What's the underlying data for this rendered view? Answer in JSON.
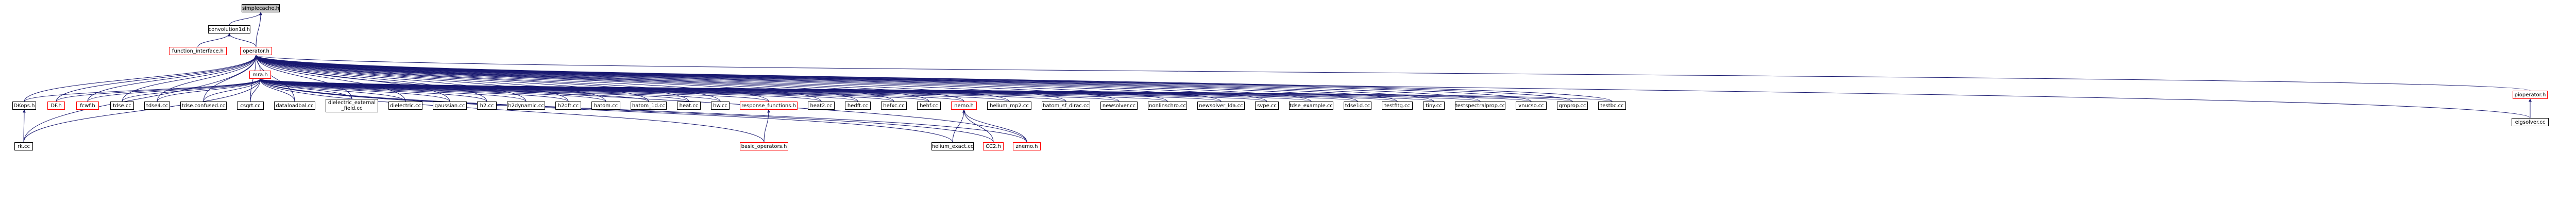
{
  "nodes": {
    "simplecache_h": "simplecache.h",
    "convolution1d_h": "convolution1d.h",
    "function_interface_h": "function_interface.h",
    "operator_h": "operator.h",
    "mra_h": "mra.h",
    "pioperator_h": "pioperator.h",
    "eigsolver_cc": "eigsolver.cc",
    "dfops_h": "DKops.h",
    "df_h": "DF.h",
    "fcwf_h": "fcwf.h",
    "tdse_cc": "tdse.cc",
    "tdse4_cc": "tdse4.cc",
    "tdse_confused_cc": "tdse.confused.cc",
    "csqrt_cc": "csqrt.cc",
    "dataloadbal_cc": "dataloadbal.cc",
    "dielectric_external_field_cc": "dielectric_external\n_field.cc",
    "dielectric_cc": "dielectric.cc",
    "gaussian_cc": "gaussian.cc",
    "h2_cc": "h2.cc",
    "h2dynamic_cc": "h2dynamic.cc",
    "h2dft_cc": "h2dft.cc",
    "hatom_cc": "hatom.cc",
    "hatom_1d_cc": "hatom_1d.cc",
    "heat_cc": "heat.cc",
    "hw_cc": "hw.cc",
    "response_functions_h": "response_functions.h",
    "heat2_cc": "heat2.cc",
    "hedft_cc": "hedft.cc",
    "hefxc_cc": "hefxc.cc",
    "hehf_cc": "hehf.cc",
    "nemo_h": "nemo.h",
    "helium_mp2_cc": "helium_mp2.cc",
    "hatom_sf_dirac_cc": "hatom_sf_dirac.cc",
    "newsolver_cc": "newsolver.cc",
    "nonlinschro_cc": "nonlinschro.cc",
    "newsolver_lda_cc": "newsolver_lda.cc",
    "svpe_cc": "svpe.cc",
    "tdse_example_cc": "tdse_example.cc",
    "tdse1d_cc": "tdse1d.cc",
    "testfitg_cc": "testfitg.cc",
    "tiny_cc": "tiny.cc",
    "testspectralprop_cc": "testspectralprop.cc",
    "vnucso_cc": "vnucso.cc",
    "qmprop_cc": "qmprop.cc",
    "testbc_cc": "testbc.cc",
    "rk_cc": "rk.cc",
    "basic_operators_h": "basic_operators.h",
    "helium_exact_cc": "helium_exact.cc",
    "cc2_h": "CC2.h",
    "znemo_h": "znemo.h"
  },
  "colors": {
    "edge": "#191970",
    "node_border": "#000000",
    "red_border": "#ff0000",
    "root_fill": "#bfbfbf"
  }
}
